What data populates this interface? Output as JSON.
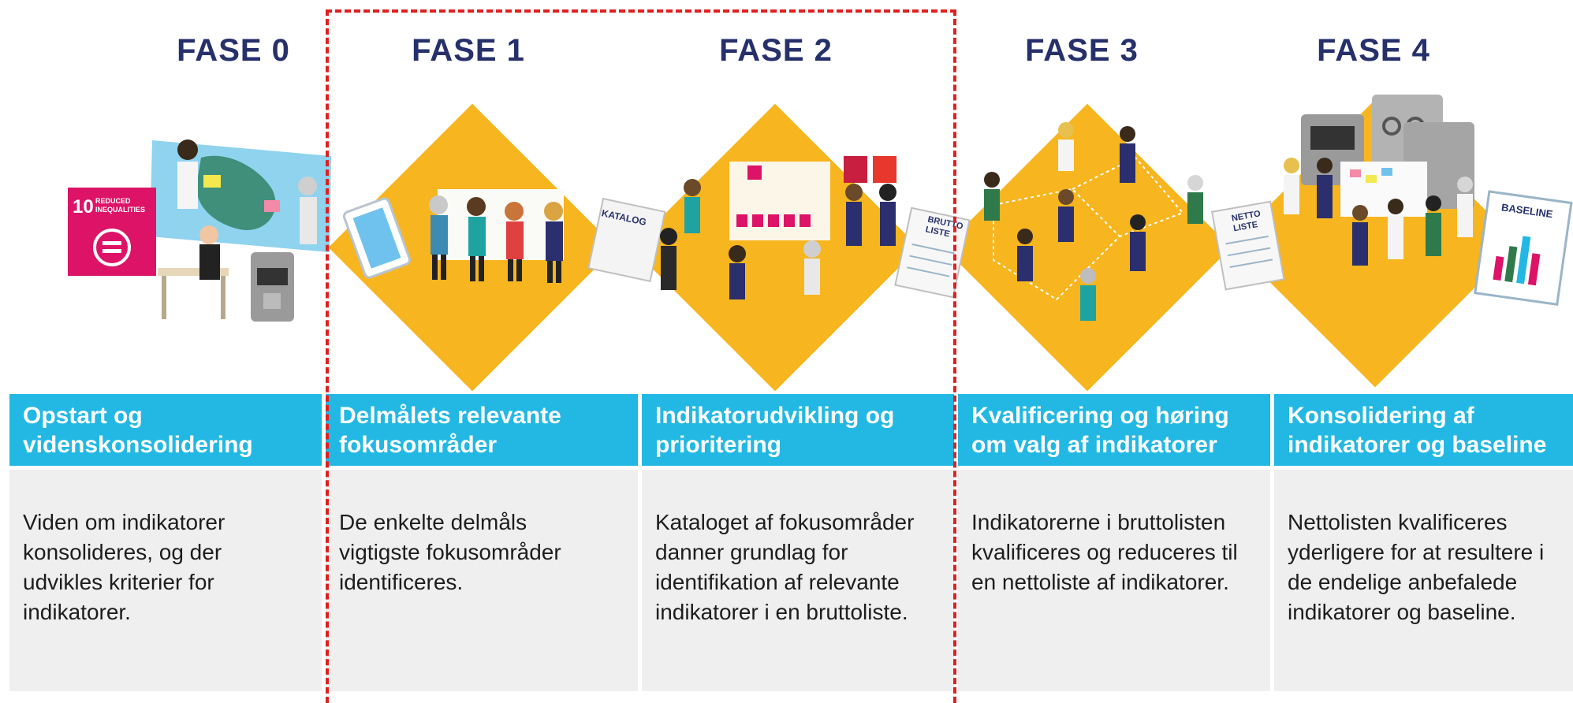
{
  "phases": [
    {
      "title": "FASE 0",
      "header": "Opstart og videnskonsolidering",
      "description": "Viden om indikatorer konsolideres, og der udvikles kriterier for indikatorer."
    },
    {
      "title": "FASE 1",
      "header": "Delmålets relevante fokusområder",
      "description": "De enkelte delmåls vigtigste fokusområder identificeres."
    },
    {
      "title": "FASE 2",
      "header": "Indikatorudvikling og prioritering",
      "description": "Kataloget af fokusområder danner grundlag for identifikation af relevante indikatorer i en bruttoliste."
    },
    {
      "title": "FASE 3",
      "header": "Kvalificering og høring om valg af indikatorer",
      "description": "Indikatorerne i bruttolisten kvalificeres og reduceres til en nettoliste af indikatorer."
    },
    {
      "title": "FASE 4",
      "header": "Konsolidering af indikatorer og baseline",
      "description": "Nettolisten kvalificeres yderligere for at resultere i de endelige anbefalede indikatorer og baseline."
    }
  ],
  "illustration_labels": {
    "sdg_number": "10",
    "sdg_text_line1": "REDUCED",
    "sdg_text_line2": "INEQUALITIES",
    "katalog": "KATALOG",
    "brutto_line1": "BRUTTO",
    "brutto_line2": "LISTE",
    "netto_line1": "NETTO",
    "netto_line2": "LISTE",
    "baseline": "BASELINE"
  },
  "colors": {
    "title": "#26306b",
    "header_bg": "#22b8e3",
    "desc_bg": "#efefef",
    "diamond": "#f7b51f",
    "sdg_magenta": "#dd1367",
    "dash": "#e02020"
  }
}
